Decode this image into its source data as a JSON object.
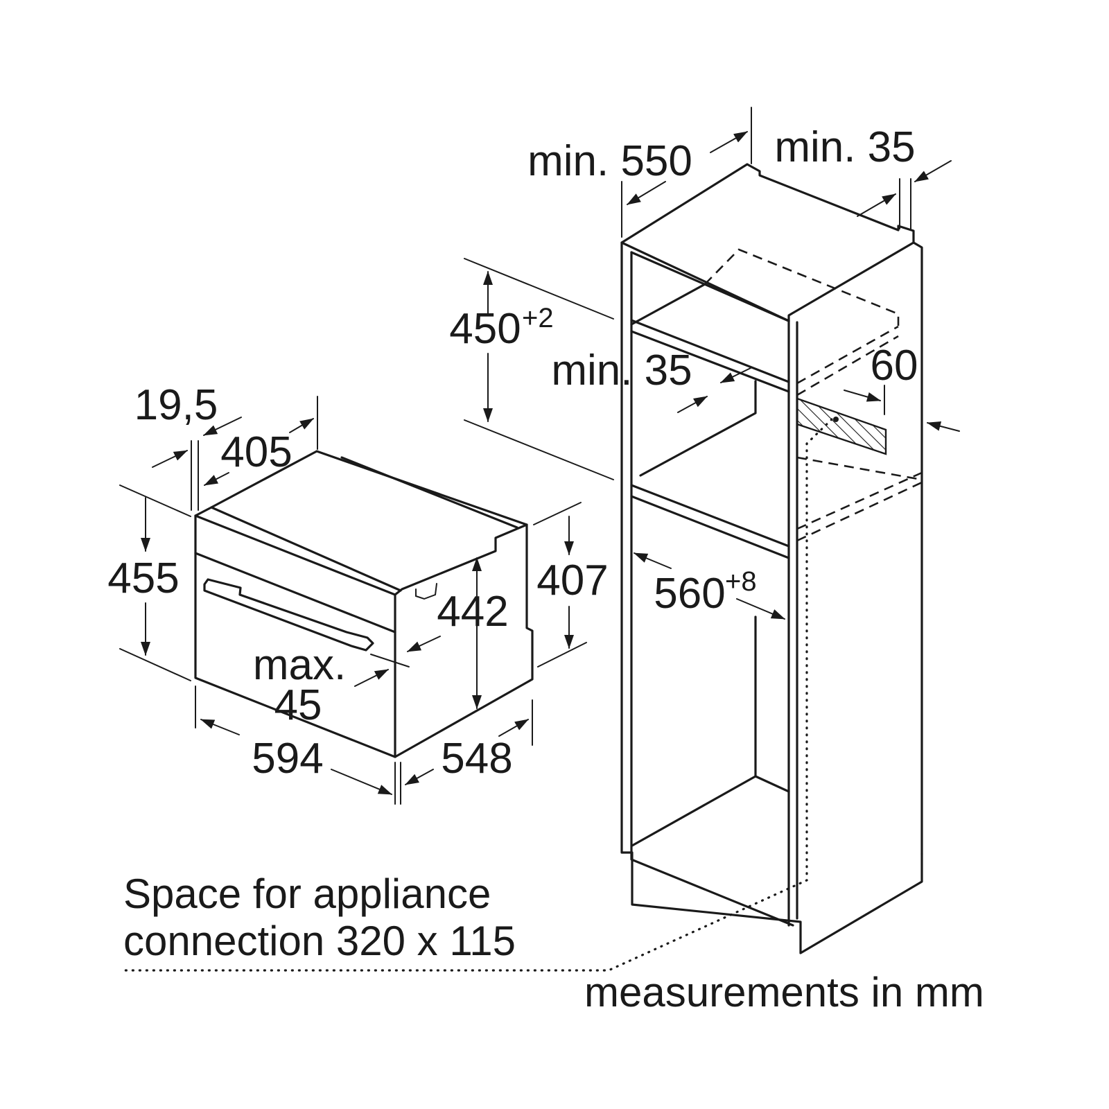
{
  "oven": {
    "dim_front_width": "594",
    "dim_depth": "548",
    "dim_front_height": "455",
    "dim_body_height": "442",
    "dim_rear_height": "407",
    "dim_top_depth": "405",
    "dim_front_panel": "19,5",
    "dim_handle_max_line1": "max.",
    "dim_handle_max_line2": "45"
  },
  "cabinet": {
    "dim_depth_min": "min. 550",
    "dim_rear_gap": "min. 35",
    "dim_niche_height": "450",
    "dim_niche_height_tol": "+2",
    "dim_shelf_gap": "min. 35",
    "dim_vent": "60",
    "dim_niche_width": "560",
    "dim_niche_width_tol": "+8"
  },
  "notes": {
    "connection_line1": "Space for appliance",
    "connection_line2": "connection 320 x 115",
    "units": "measurements in mm"
  }
}
